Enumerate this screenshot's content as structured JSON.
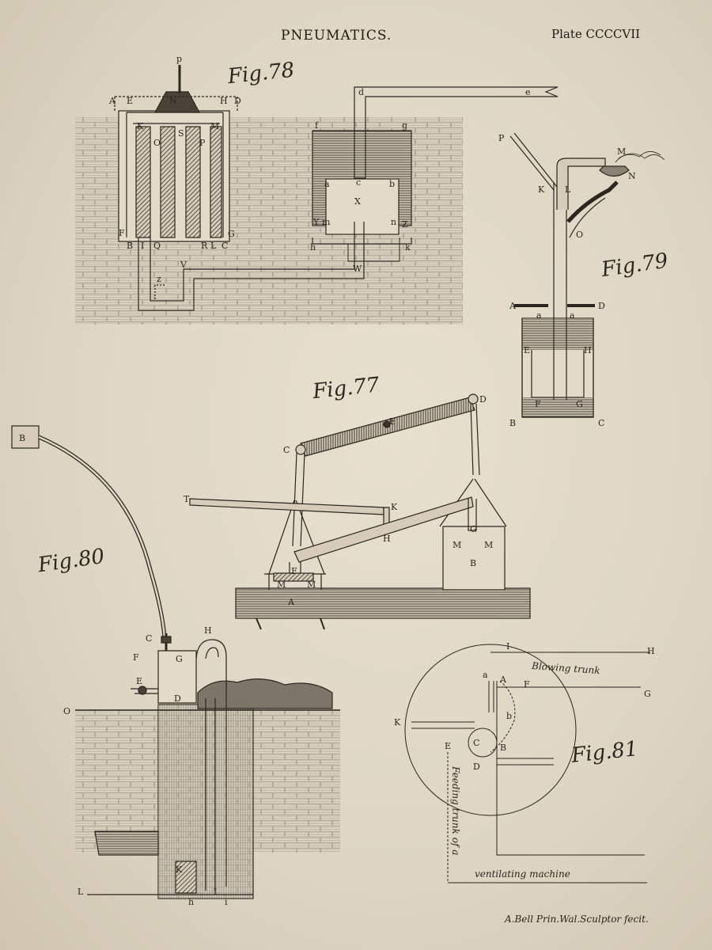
{
  "header": {
    "title": "PNEUMATICS.",
    "plate": "Plate CCCCVII"
  },
  "figures": {
    "f77": "Fig.77",
    "f78": "Fig.78",
    "f79": "Fig.79",
    "f80": "Fig.80",
    "f81": "Fig.81"
  },
  "fig81": {
    "blowing_trunk": "Blowing trunk",
    "feeding_trunk": "Feeding trunk of a",
    "ventilating_machine": "ventilating machine"
  },
  "signature": "A.Bell Prin.Wal.Sculptor fecit.",
  "labels": {
    "f78": {
      "p": "p",
      "A": "A",
      "E": "E",
      "N": "N",
      "H": "H",
      "D": "D",
      "K": "K",
      "O": "O",
      "S": "S",
      "P": "P",
      "M": "M",
      "F": "F",
      "B": "B",
      "I": "I",
      "Q": "Q",
      "R": "R",
      "L": "L",
      "C": "C",
      "G": "G",
      "V": "V",
      "W": "W",
      "X": "X",
      "Y": "Y",
      "Z": "Z",
      "z": "z",
      "d": "d",
      "e": "e",
      "f": "f",
      "g": "g",
      "a": "a",
      "b": "b",
      "c": "c",
      "m": "m",
      "n": "n",
      "h": "h",
      "k": "k"
    },
    "f79": {
      "P": "P",
      "M": "M",
      "N": "N",
      "K": "K",
      "L": "L",
      "O": "O",
      "A": "A",
      "D": "D",
      "a1": "a",
      "a2": "a",
      "E": "E",
      "H": "H",
      "F": "F",
      "G": "G",
      "B": "B",
      "C": "C"
    },
    "f77": {
      "C": "C",
      "D": "D",
      "E": "E",
      "T": "T",
      "K": "K",
      "H": "H",
      "G": "G",
      "B": "B",
      "F": "F",
      "A": "A",
      "M1": "M",
      "M2": "M",
      "M3": "M",
      "M4": "M"
    },
    "f80": {
      "B": "B",
      "C": "C",
      "H": "H",
      "F": "F",
      "G": "G",
      "E": "E",
      "D": "D",
      "O": "O",
      "L": "L",
      "I": "I",
      "K": "K",
      "h": "h",
      "i": "i"
    },
    "f81": {
      "I": "I",
      "H": "H",
      "a": "a",
      "A": "A",
      "F": "F",
      "G": "G",
      "K": "K",
      "b": "b",
      "E": "E",
      "C": "C",
      "B": "B",
      "D": "D"
    }
  }
}
